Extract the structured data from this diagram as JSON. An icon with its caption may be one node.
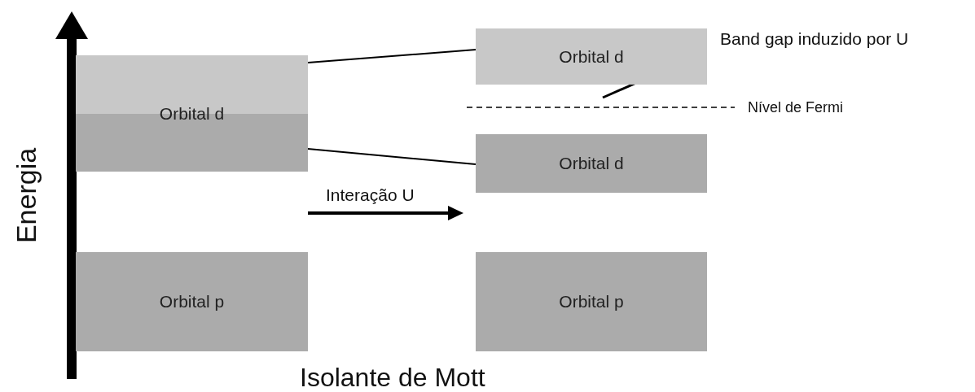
{
  "diagram": {
    "caption": "Isolante de Mott",
    "nodes": [
      {
        "text": [
          "Orbital d"
        ]
      },
      {
        "text": [
          "Orbital p"
        ]
      },
      {
        "text": [
          "Orbital d"
        ]
      },
      {
        "text": [
          "Orbital d"
        ]
      },
      {
        "text": [
          "Orbital p"
        ]
      },
      {
        "text": [
          "Band gap induzido por U"
        ]
      }
    ],
    "edges": [
      {
        "from": 0,
        "to": 2,
        "arrow": "none"
      },
      {
        "from": 0,
        "to": 3,
        "arrow": "none"
      },
      {
        "from": 5,
        "to": null,
        "arrow": "none"
      }
    ],
    "labels": [
      "Energia",
      "Interação U",
      "Nível de Fermi"
    ]
  }
}
